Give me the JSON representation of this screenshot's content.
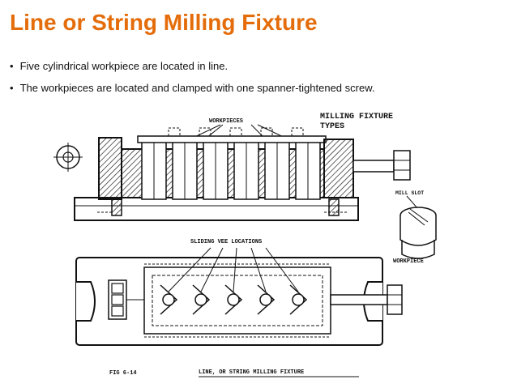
{
  "title": "Line or String Milling Fixture",
  "bullets": [
    "Five cylindrical workpiece are located in line.",
    "The workpieces are located and clamped with one spanner-tightened screw."
  ],
  "figure": {
    "heading_line1": "MILLING FIXTURE",
    "heading_line2": "TYPES",
    "label_workpieces": "WORKPIECES",
    "label_mill_slot": "MILL SLOT",
    "label_workpiece": "WORKPIECE",
    "label_sliding_vee": "SLIDING VEE LOCATIONS",
    "fig_number": "FIG 6-14",
    "caption": "LINE, OR STRING MILLING FIXTURE"
  }
}
